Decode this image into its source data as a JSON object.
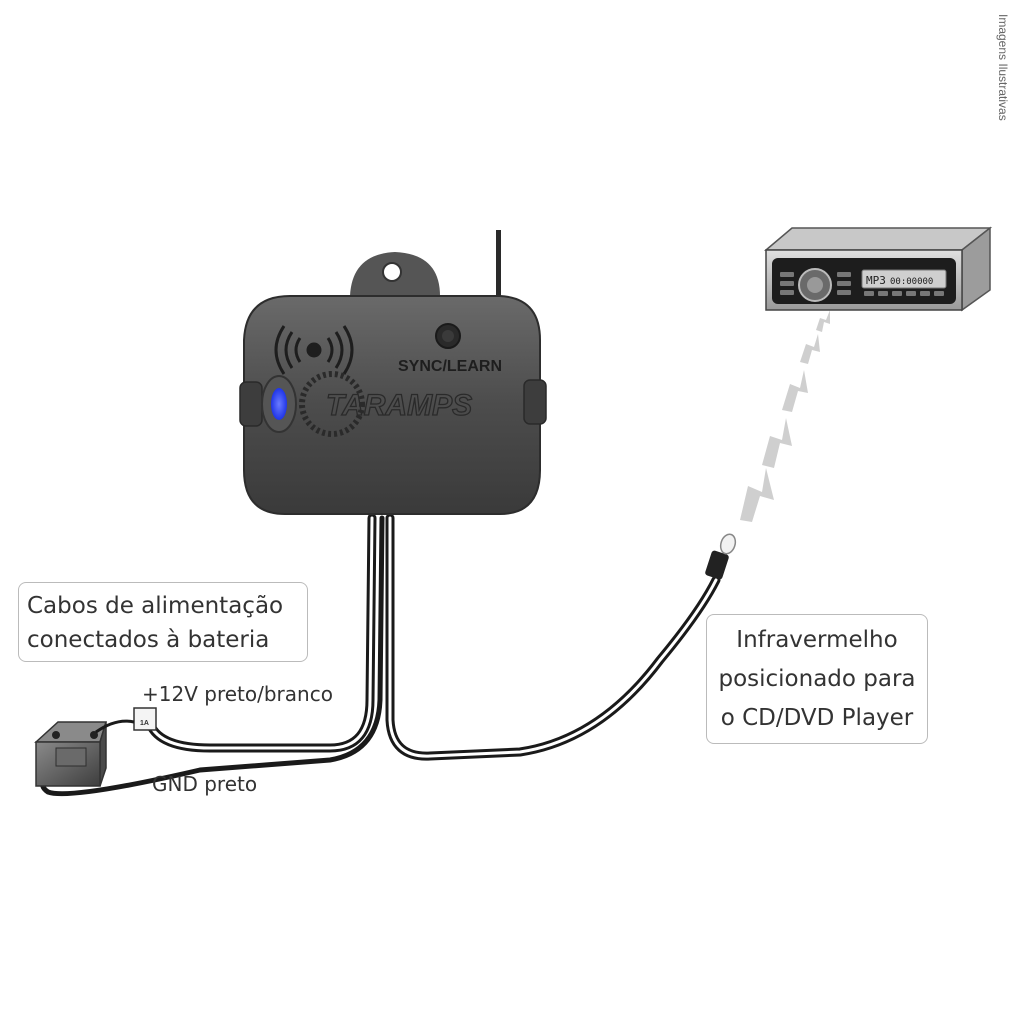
{
  "watermark": "Imagens Ilustrativas",
  "device": {
    "brand": "TARAMPS",
    "sync_label": "SYNC/LEARN"
  },
  "player": {
    "display_mp3": "MP3",
    "display_digits": "00:00000"
  },
  "callouts": {
    "battery_line1": "Cabos de alimentação",
    "battery_line2": "conectados à bateria",
    "ir_line1": "Infravermelho",
    "ir_line2": "posicionado para",
    "ir_line3": "o CD/DVD Player"
  },
  "wire_labels": {
    "positive": "+12V  preto/branco",
    "ground": "GND  preto"
  },
  "battery": {
    "fuse_label": "1A"
  },
  "colors": {
    "device_body": "#4a4a4a",
    "led": "#1f35e8",
    "wire": "#1a1a1a",
    "arrow": "#cfcfcf"
  }
}
